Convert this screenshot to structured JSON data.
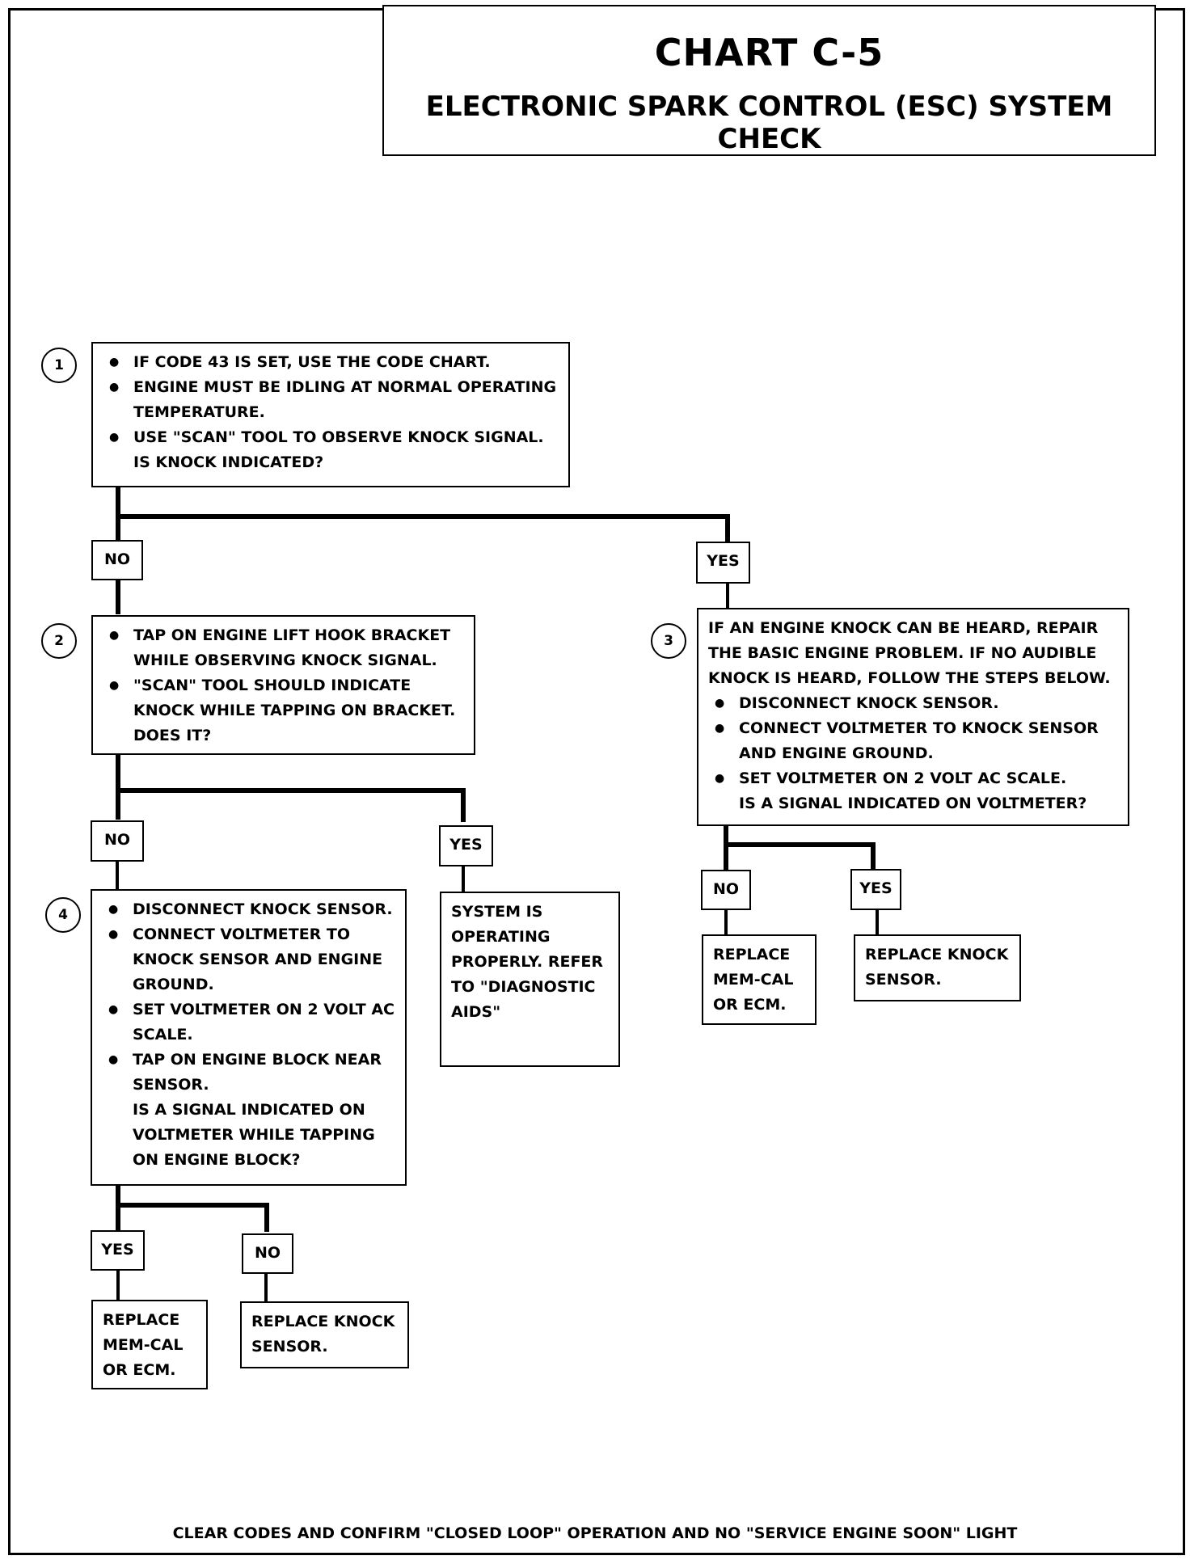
{
  "header": {
    "title": "CHART C-5",
    "subtitle": "ELECTRONIC SPARK CONTROL (ESC) SYSTEM CHECK"
  },
  "steps": {
    "s1": "1",
    "s2": "2",
    "s3": "3",
    "s4": "4"
  },
  "box1": {
    "bullets": [
      "IF CODE 43 IS SET, USE THE CODE CHART.",
      "ENGINE MUST BE IDLING AT NORMAL OPERATING TEMPERATURE.",
      "USE \"SCAN\" TOOL TO OBSERVE KNOCK SIGNAL."
    ],
    "question": "IS KNOCK INDICATED?"
  },
  "box2": {
    "bullets": [
      "TAP ON ENGINE LIFT HOOK BRACKET WHILE OBSERVING KNOCK SIGNAL.",
      "\"SCAN\" TOOL SHOULD INDICATE KNOCK WHILE TAPPING ON BRACKET."
    ],
    "question": "DOES IT?"
  },
  "box3": {
    "intro": "IF AN ENGINE KNOCK CAN BE HEARD, REPAIR THE BASIC ENGINE PROBLEM.  IF NO AUDIBLE KNOCK IS HEARD, FOLLOW THE STEPS BELOW.",
    "bullets": [
      "DISCONNECT KNOCK SENSOR.",
      "CONNECT VOLTMETER TO KNOCK SENSOR AND ENGINE GROUND.",
      "SET VOLTMETER ON 2 VOLT AC SCALE."
    ],
    "question": "IS A SIGNAL INDICATED ON VOLTMETER?"
  },
  "box4": {
    "bullets": [
      "DISCONNECT KNOCK SENSOR.",
      "CONNECT VOLTMETER TO KNOCK SENSOR AND ENGINE GROUND.",
      "SET VOLTMETER ON 2 VOLT AC SCALE.",
      "TAP ON ENGINE BLOCK NEAR SENSOR."
    ],
    "question": "IS A SIGNAL INDICATED ON VOLTMETER WHILE TAPPING ON ENGINE BLOCK?"
  },
  "results": {
    "system_ok": "SYSTEM IS OPERATING PROPERLY.  REFER TO \"DIAGNOSTIC AIDS\"",
    "replace_memcal_3": "REPLACE MEM-CAL OR ECM.",
    "replace_sensor_3": "REPLACE KNOCK SENSOR.",
    "replace_memcal_4": "REPLACE MEM-CAL OR ECM.",
    "replace_sensor_4": "REPLACE KNOCK SENSOR."
  },
  "labels": {
    "no": "NO",
    "yes": "YES"
  },
  "footer": "CLEAR CODES AND CONFIRM \"CLOSED LOOP\" OPERATION AND NO  \"SERVICE ENGINE SOON\"  LIGHT"
}
